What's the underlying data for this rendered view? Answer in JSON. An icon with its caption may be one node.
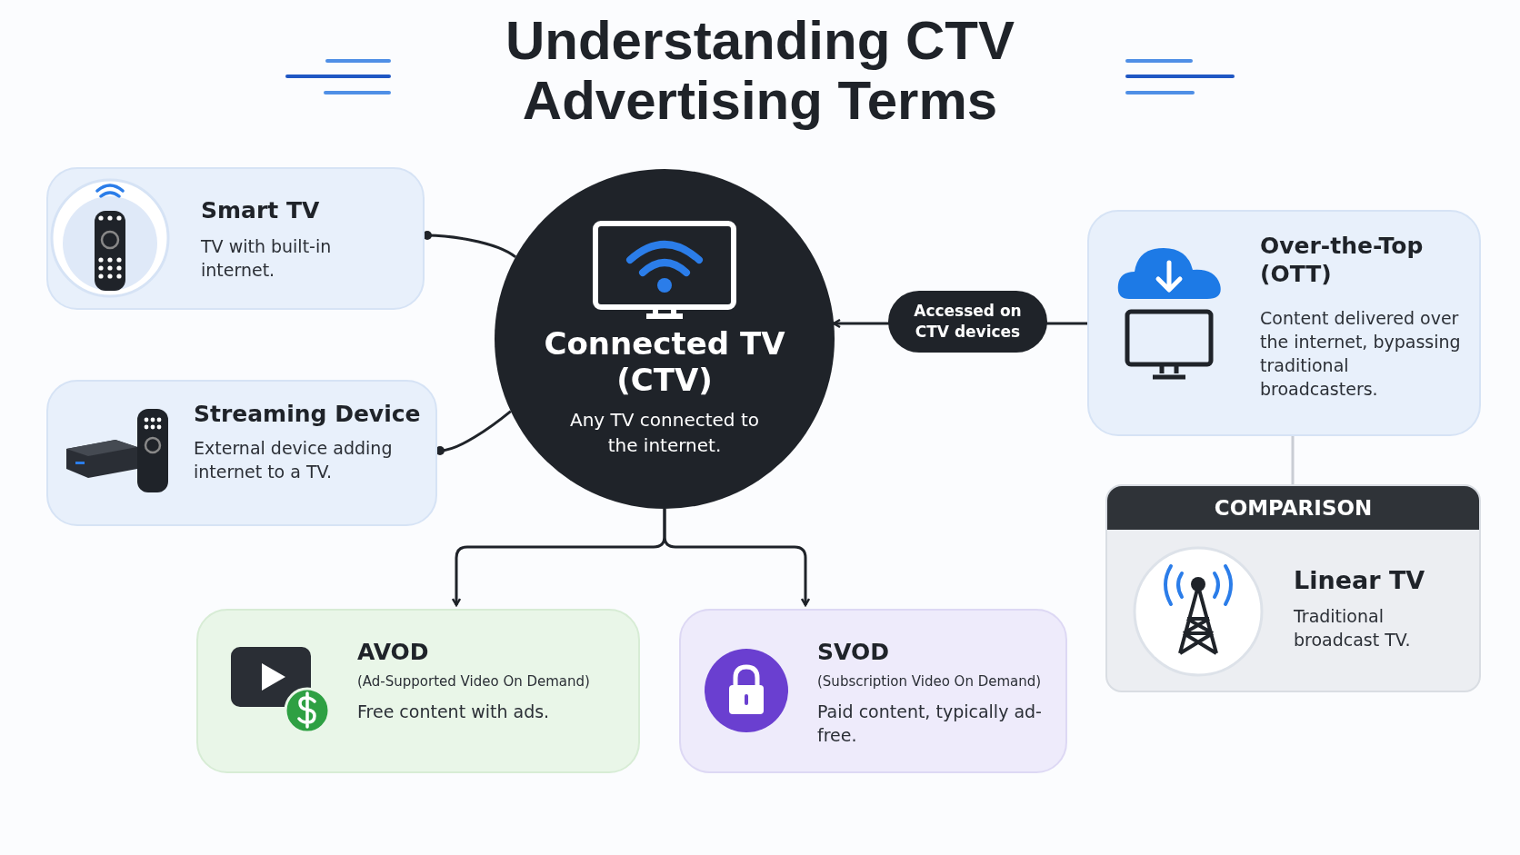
{
  "diagram": {
    "title": "Understanding CTV Advertising Terms",
    "nodes": [
      {
        "text": [
          "Smart TV",
          "TV with built-in internet."
        ]
      },
      {
        "text": [
          "Streaming Device",
          "External device adding internet to a TV."
        ]
      },
      {
        "text": [
          "Connected TV (CTV)",
          "Any TV connected to the internet."
        ]
      },
      {
        "text": [
          "Over-the-Top (OTT)",
          "Content delivered over the internet, bypassing traditional broadcasters."
        ]
      },
      {
        "text": [
          "COMPARISON",
          "Linear TV",
          "Traditional broadcast TV."
        ]
      },
      {
        "text": [
          "AVOD",
          "(Ad-Supported Video On Demand)",
          "Free content with ads."
        ]
      },
      {
        "text": [
          "SVOD",
          "(Subscription Video On Demand)",
          "Paid content, typically ad-free."
        ]
      }
    ],
    "edges": [
      {
        "from": 0,
        "to": 2,
        "arrow": "other"
      },
      {
        "from": 1,
        "to": 2,
        "arrow": "other"
      },
      {
        "from": 2,
        "to": 5,
        "arrow": "to"
      },
      {
        "from": 2,
        "to": 6,
        "arrow": "to"
      },
      {
        "from": 3,
        "to": 2,
        "arrow": "to",
        "label": "Accessed on CTV devices"
      },
      {
        "from": 3,
        "to": 4,
        "arrow": "none",
        "color": "#c9cdd4"
      }
    ]
  }
}
